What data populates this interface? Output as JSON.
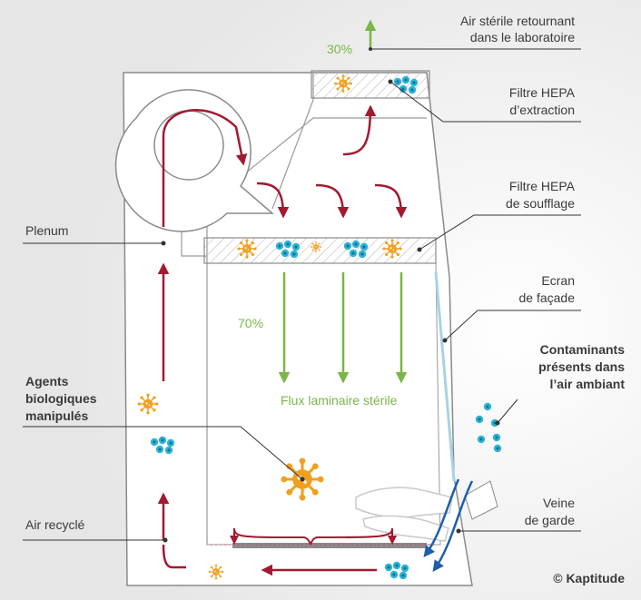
{
  "labels": {
    "air_sterile_l1": "Air stérile retournant",
    "air_sterile_l2": "dans le laboratoire",
    "hepa_extraction_l1": "Filtre HEPA",
    "hepa_extraction_l2": "d’extraction",
    "hepa_soufflage_l1": "Filtre HEPA",
    "hepa_soufflage_l2": "de soufflage",
    "plenum": "Plenum",
    "ecran_l1": "Ecran",
    "ecran_l2": "de façade",
    "contaminants_l1": "Contaminants",
    "contaminants_l2": "présents dans",
    "contaminants_l3": "l’air ambiant",
    "agents_l1": "Agents",
    "agents_l2": "biologiques",
    "agents_l3": "manipulés",
    "veine_l1": "Veine",
    "veine_l2": "de garde",
    "air_recycle": "Air recyclé",
    "pct_30": "30%",
    "pct_70": "70%",
    "flux": "Flux laminaire stérile",
    "copyright": "© Kaptitude"
  },
  "colors": {
    "red_flow": "#a3192f",
    "green_flow": "#7ab648",
    "blue_flow": "#1f5fa8",
    "virus": "#f0a020",
    "bacteria": "#2bb5d8",
    "cabinet_line": "#8a8a8a"
  }
}
